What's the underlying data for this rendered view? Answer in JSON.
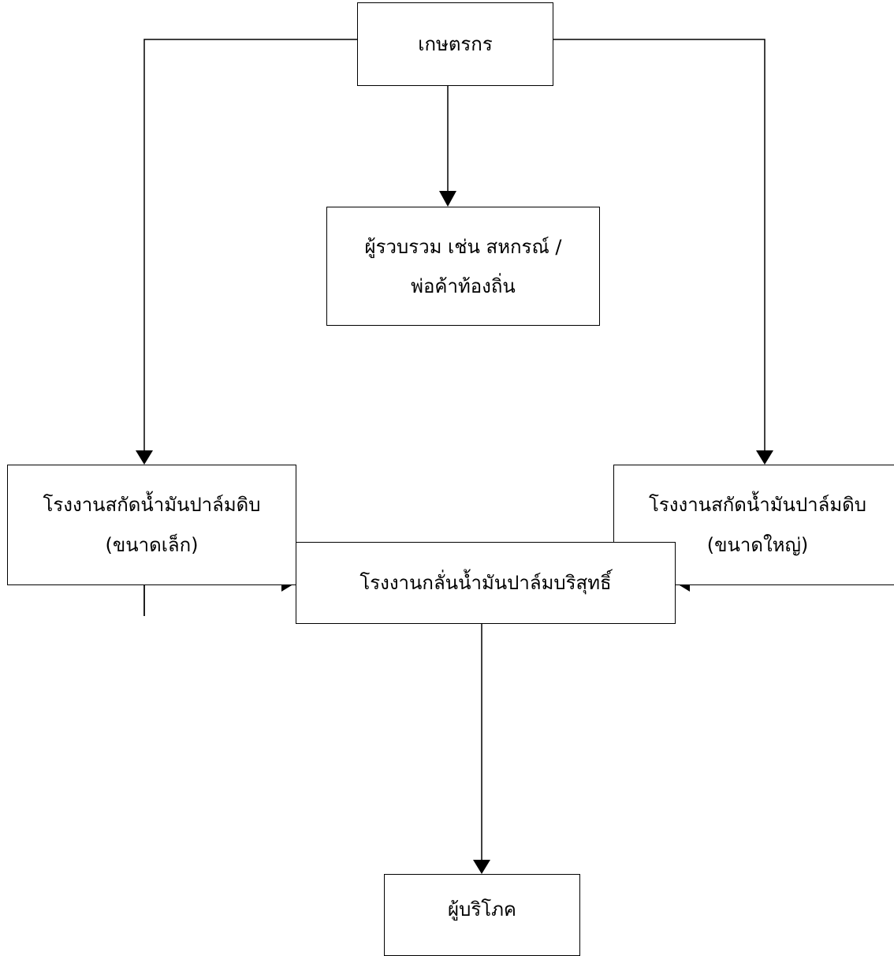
{
  "nodes": {
    "farmer": {
      "label": "เกษตรกร"
    },
    "collector": {
      "line1": "ผู้รวบรวม เช่น สหกรณ์ /",
      "line2": "พ่อค้าท้องถิ่น"
    },
    "small_mill": {
      "line1": "โรงงานสกัดน้ำมันปาล์มดิบ",
      "line2": "(ขนาดเล็ก)"
    },
    "large_mill": {
      "line1": "โรงงานสกัดน้ำมันปาล์มดิบ",
      "line2": "(ขนาดใหญ่)"
    },
    "refinery": {
      "label": "โรงงานกลั่นน้ำมันปาล์มบริสุทธิ์"
    },
    "consumer": {
      "label": "ผู้บริโภค"
    }
  },
  "edges": [
    {
      "from": "farmer",
      "to": "collector"
    },
    {
      "from": "farmer",
      "to": "small_mill"
    },
    {
      "from": "farmer",
      "to": "large_mill"
    },
    {
      "from": "small_mill",
      "to": "refinery"
    },
    {
      "from": "large_mill",
      "to": "refinery"
    },
    {
      "from": "refinery",
      "to": "consumer"
    }
  ],
  "colors": {
    "line": "#000000",
    "box_border": "#000000",
    "background": "#ffffff"
  }
}
